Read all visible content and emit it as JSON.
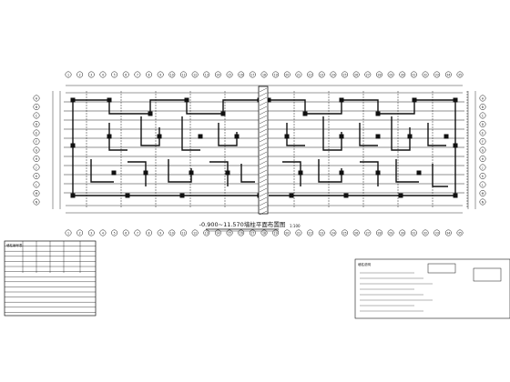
{
  "drawing": {
    "title": "-0.900~11.570墙柱平面布置图",
    "scale": "1:100",
    "colors": {
      "line": "#111111",
      "paper": "#ffffff",
      "dim": "#333333"
    }
  },
  "axes": {
    "top": [
      "1",
      "2",
      "3",
      "4",
      "5",
      "6",
      "7",
      "8",
      "9",
      "10",
      "11",
      "12",
      "13",
      "14",
      "15",
      "16",
      "17",
      "18",
      "19",
      "20",
      "21",
      "22",
      "23",
      "24",
      "25",
      "26",
      "27",
      "28",
      "29",
      "30",
      "31",
      "32",
      "33",
      "34",
      "35"
    ],
    "bottom": [
      "1",
      "2",
      "3",
      "4",
      "5",
      "6",
      "7",
      "8",
      "9",
      "10",
      "11",
      "12",
      "13",
      "14",
      "15",
      "16",
      "17",
      "18",
      "19",
      "20",
      "21",
      "22",
      "23",
      "24",
      "25",
      "26",
      "27",
      "28",
      "29",
      "30",
      "31",
      "32",
      "33",
      "34",
      "35"
    ],
    "left": [
      "A",
      "B",
      "C",
      "D",
      "E",
      "F",
      "G",
      "H",
      "J",
      "K",
      "L",
      "M",
      "N"
    ],
    "right": [
      "A",
      "B",
      "C",
      "D",
      "E",
      "F",
      "G",
      "H",
      "J",
      "K",
      "L",
      "M",
      "N"
    ]
  },
  "left_table": {
    "header": [
      "墙柱编号表",
      "",
      "",
      "",
      "",
      ""
    ],
    "rows": 14
  },
  "right_notes": {
    "title": "墙柱说明",
    "lines": 8
  }
}
